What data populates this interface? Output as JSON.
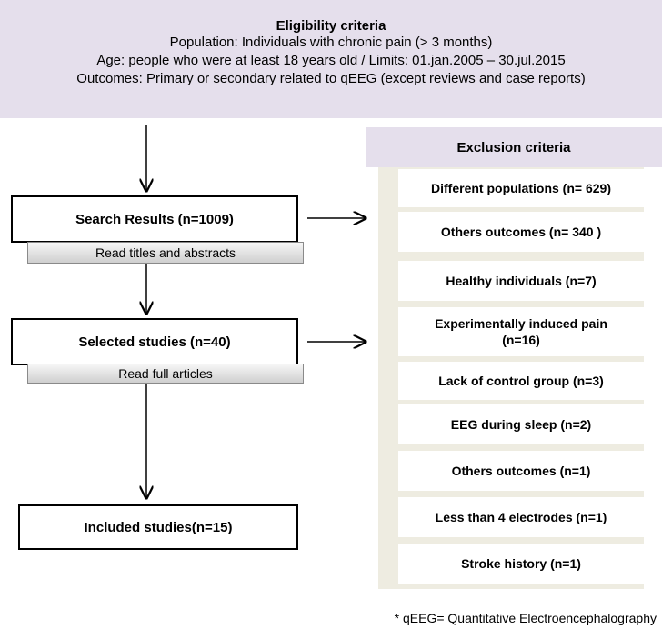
{
  "eligibility": {
    "title": "Eligibility  criteria",
    "lines": [
      "Population: Individuals with chronic pain (> 3 months)",
      "Age: people who were at least 18 years old / Limits: 01.jan.2005  – 30.jul.2015",
      "Outcomes: Primary or secondary related to qEEG (except reviews and case reports)"
    ]
  },
  "flow": {
    "search": "Search Results (n=1009)",
    "search_sub": "Read titles and abstracts",
    "selected": "Selected studies (n=40)",
    "selected_sub": "Read full articles",
    "included": "Included studies(n=15)"
  },
  "exclusion": {
    "title": "Exclusion criteria",
    "items": [
      "Different populations (n= 629)",
      "Others outcomes (n= 340 )",
      "Healthy individuals (n=7)",
      "Experimentally induced pain (n=16)",
      "Lack of control group (n=3)",
      "EEG during sleep (n=2)",
      "Others outcomes (n=1)",
      "Less than 4 electrodes (n=1)",
      "Stroke history  (n=1)"
    ]
  },
  "footnote": "* qEEG= Quantitative Electroencephalography"
}
